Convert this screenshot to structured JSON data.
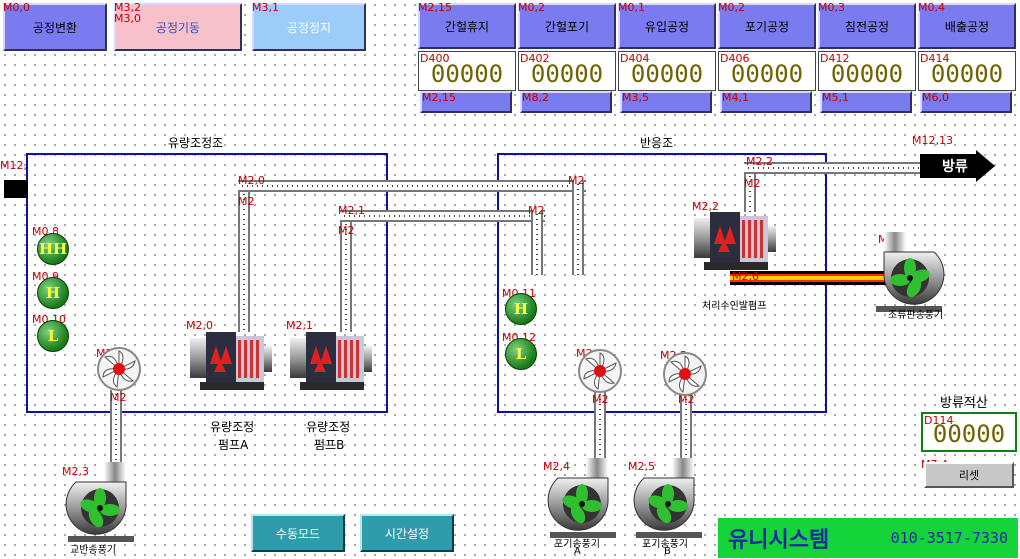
{
  "top_buttons": {
    "conversion": {
      "tag": "M0,0",
      "label": "공정변환"
    },
    "start": {
      "tag_a": "M3,2",
      "tag_b": "M3,0",
      "label": "공정기동"
    },
    "stop": {
      "tag": "M3,1",
      "label": "공정정지"
    }
  },
  "process_buttons": [
    {
      "tag": "M2,15",
      "label": "간헐휴지",
      "disp_tag": "D400",
      "value": "00000",
      "bottom_tag": "M2,15"
    },
    {
      "tag": "M0,2",
      "label": "간헐포기",
      "disp_tag": "D402",
      "value": "00000",
      "bottom_tag": "M8,2"
    },
    {
      "tag": "M0,1",
      "label": "유입공정",
      "disp_tag": "D404",
      "value": "00000",
      "bottom_tag": "M3,5"
    },
    {
      "tag": "M0,2",
      "label": "포기공정",
      "disp_tag": "D406",
      "value": "00000",
      "bottom_tag": "M4,1"
    },
    {
      "tag": "M0,3",
      "label": "침전공정",
      "disp_tag": "D412",
      "value": "00000",
      "bottom_tag": "M5,1"
    },
    {
      "tag": "M0,4",
      "label": "배출공정",
      "disp_tag": "D414",
      "value": "00000",
      "bottom_tag": "M6,0"
    }
  ],
  "tank1": {
    "title": "유량조정조",
    "inlet_tag": "M12,",
    "levels": [
      {
        "tag": "M0,8",
        "text": "HH"
      },
      {
        "tag": "M0,9",
        "text": "H"
      },
      {
        "tag": "M0,10",
        "text": "L"
      }
    ]
  },
  "tank2": {
    "title": "반응조",
    "levels": [
      {
        "tag": "M0,11",
        "text": "H"
      },
      {
        "tag": "M0,12",
        "text": "L"
      }
    ]
  },
  "pumps": {
    "a": {
      "tag": "M2,0",
      "label1": "유량조정",
      "label2": "펌프A"
    },
    "b": {
      "tag": "M2,1",
      "label1": "유량조정",
      "label2": "펌프B"
    },
    "treat": {
      "tag": "M2,2",
      "label": "처리수인발펌프"
    }
  },
  "pipe_tags": {
    "p1": "M2,0",
    "p1v": "M2",
    "p1e": "M2",
    "p2": "M2,1",
    "p2v": "M2",
    "p2e": "M2",
    "p3": "M2,2",
    "p3v": "M2",
    "p4": "M2,6"
  },
  "discharge": {
    "tag": "M12,13",
    "label": "방류"
  },
  "blowers": {
    "mix": {
      "tag": "M2,3",
      "fan_tag": "M2,3",
      "pipe_tag": "M2",
      "label": "교반송풍기"
    },
    "aer_a": {
      "tag": "M2,4",
      "fan_tag": "M2,4",
      "pipe_tag": "M2",
      "label1": "포기송풍기",
      "label2": "A"
    },
    "aer_b": {
      "tag": "M2,5",
      "fan_tag": "M2,5",
      "pipe_tag": "M2",
      "label1": "포기송풍기",
      "label2": "B"
    },
    "circ": {
      "tag": "M2,6",
      "label": "조류판송풍기"
    }
  },
  "totalizer": {
    "title": "방류적산",
    "disp_tag": "D114",
    "value": "00000",
    "reset_tag": "M7,4",
    "reset_label": "리셋"
  },
  "bottom_buttons": {
    "manual": "수동모드",
    "time": "시간설정"
  },
  "brand": {
    "name": "유니시스템",
    "phone": "010-3517-7330"
  }
}
